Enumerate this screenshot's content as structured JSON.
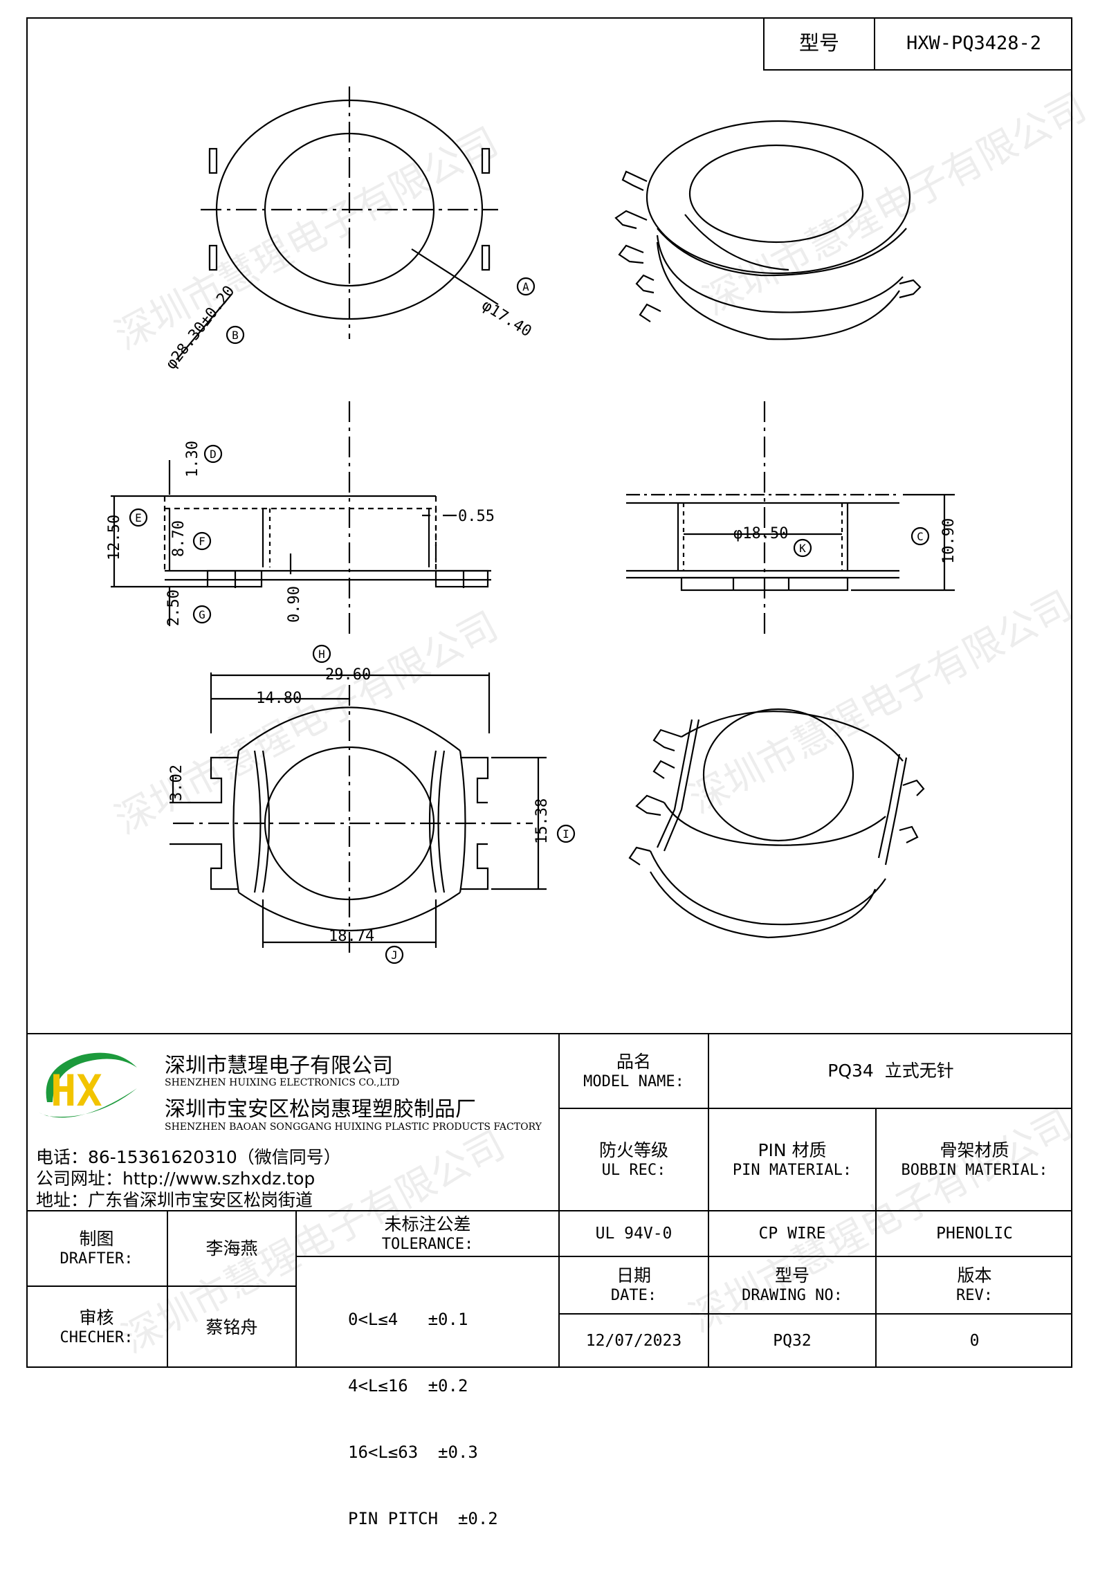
{
  "header": {
    "model_label": "型号",
    "model_value": "HXW-PQ3428-2"
  },
  "drawing": {
    "dims": {
      "d_a": "φ17.40",
      "d_b": "φ28.30±0.20",
      "d_130": "1.30",
      "d_1250": "12.50",
      "d_870": "8.70",
      "d_055": "0.55",
      "d_250": "2.50",
      "d_090": "0.90",
      "d_1850": "φ18.50",
      "d_1090": "10.90",
      "d_2960": "29.60",
      "d_1480": "14.80",
      "d_302": "3.02",
      "d_1538": "15.38",
      "d_1874": "18.74"
    },
    "markers": {
      "a": "A",
      "b": "B",
      "c": "C",
      "d": "D",
      "e": "E",
      "f": "F",
      "g": "G",
      "h": "H",
      "i": "I",
      "j": "J",
      "k": "K"
    },
    "watermark": "深圳市慧瑆电子有限公司"
  },
  "company": {
    "name_cn": "深圳市慧瑆电子有限公司",
    "name_en": "SHENZHEN HUIXING ELECTRONICS CO.,LTD",
    "factory_cn": "深圳市宝安区松岗惠瑆塑胶制品厂",
    "factory_en": "SHENZHEN BAOAN SONGGANG HUIXING PLASTIC PRODUCTS FACTORY",
    "phone": "电话：86-15361620310（微信同号）",
    "website": "公司网址：http://www.szhxdz.top",
    "address": "地址：广东省深圳市宝安区松岗街道",
    "logo_text": "HX",
    "logo_colors": {
      "green": "#1c9a3c",
      "yellow": "#f2c400"
    }
  },
  "title_block": {
    "model_name_cn": "品名",
    "model_name_en": "MODEL NAME:",
    "model_name_value": "PQ34  立式无针",
    "ul_rec_cn": "防火等级",
    "ul_rec_en": "UL REC:",
    "pin_mat_cn": "PIN 材质",
    "pin_mat_en": "PIN MATERIAL:",
    "bobbin_mat_cn": "骨架材质",
    "bobbin_mat_en": "BOBBIN MATERIAL:",
    "ul_value": "UL 94V-0",
    "pin_value": "CP WIRE",
    "bobbin_value": "PHENOLIC",
    "date_cn": "日期",
    "date_en": "DATE:",
    "drawing_no_cn": "型号",
    "drawing_no_en": "DRAWING NO:",
    "rev_cn": "版本",
    "rev_en": "REV:",
    "date_value": "12/07/2023",
    "drawing_no_value": "PQ32",
    "rev_value": "0",
    "drafter_cn": "制图",
    "drafter_en": "DRAFTER:",
    "drafter_name": "李海燕",
    "checker_cn": "审核",
    "checker_en": "CHECHER:",
    "checker_name": "蔡铭舟",
    "tolerance_cn": "未标注公差",
    "tolerance_en": "TOLERANCE:",
    "tolerances": [
      "0<L≤4   ±0.1",
      "4<L≤16  ±0.2",
      "16<L≤63  ±0.3",
      "PIN PITCH  ±0.2"
    ]
  }
}
